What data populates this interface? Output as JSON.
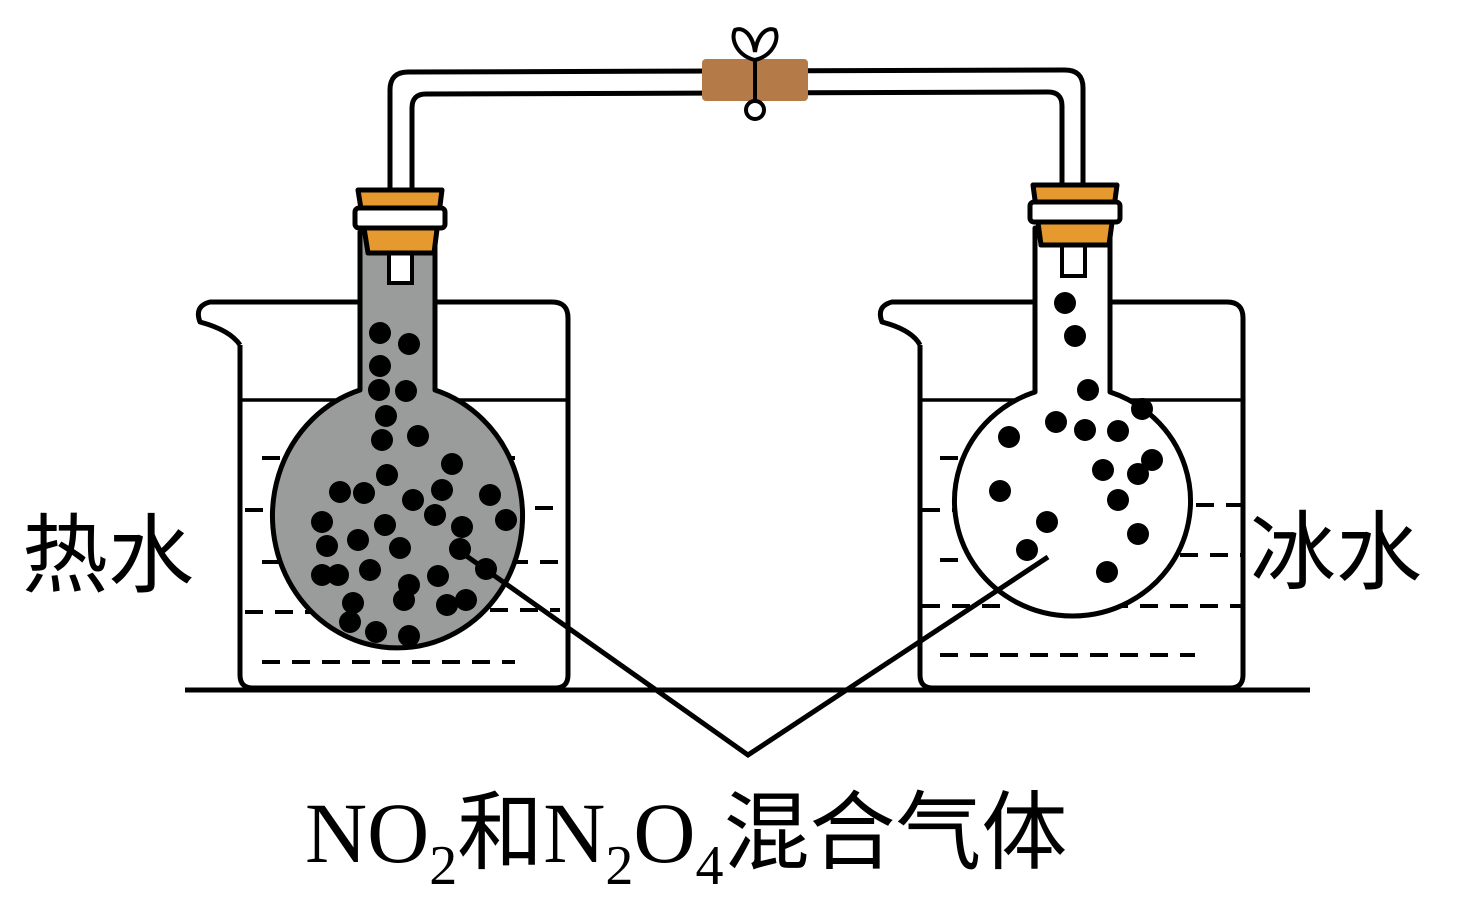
{
  "labels": {
    "left": "热水",
    "right": "冰水"
  },
  "caption": {
    "p1": "NO",
    "s1": "2",
    "p2": "和N",
    "s2": "2",
    "p3": "O",
    "s3": "4",
    "p4": "混合气体"
  },
  "colors": {
    "hot_gas": "#9a9b9b",
    "stopper": "#e6992e",
    "clamp": "#b47b48",
    "line": "#000000"
  }
}
